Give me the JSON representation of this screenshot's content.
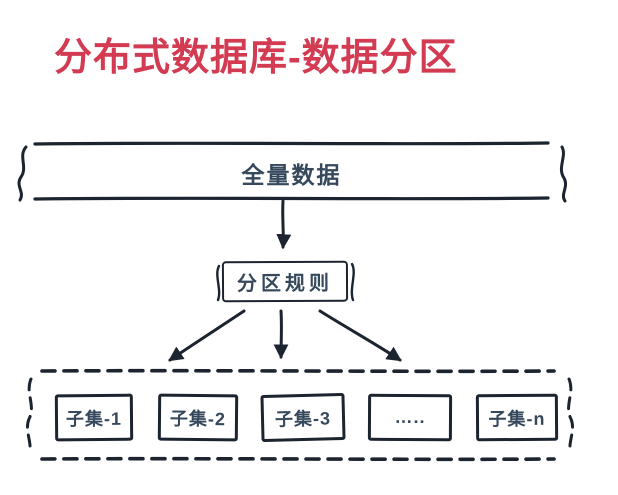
{
  "title": "分布式数据库-数据分区",
  "colors": {
    "title-color": "#d23b52",
    "ink": "#1c2430",
    "label-color": "#36495c",
    "bg": "#ffffff"
  },
  "diagram": {
    "full_data": {
      "label": "全量数据"
    },
    "partition_rule": {
      "label": "分区规则"
    },
    "subsets": [
      {
        "label": "子集-1"
      },
      {
        "label": "子集-2"
      },
      {
        "label": "子集-3"
      },
      {
        "label": "….."
      },
      {
        "label": "子集-n"
      }
    ]
  }
}
